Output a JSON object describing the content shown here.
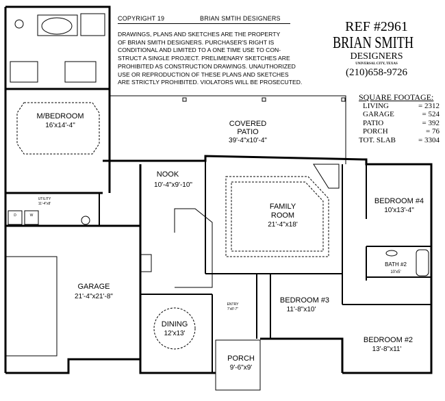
{
  "header": {
    "copyright": "COPYRIGHT 19",
    "company_line": "BRIAN  SMTIH DESIGNERS",
    "disclaimer": [
      "DRAWINGS, PLANS AND SKETCHES ARE THE PROPERTY",
      "OF BRIAN SMITH DESIGNERS.  PURCHASER'S RIGHT IS",
      "CONDITIONAL AND LIMITED TO A ONE TIME USE TO CON-",
      "STRUCT A SINGLE PROJECT.  PRELIMENARY SKETCHES ARE",
      "PROHIBITED AS CONSTRUCTION DRAWINGS.  UNAUTHORIZED",
      "USE OR REPRODUCTION OF THESE PLANS AND SKETCHES",
      "ARE STRICTLY PROHIBITED.  VIOLATORS WILL BE PROSECUTED."
    ]
  },
  "brand": {
    "ref": "REF #2961",
    "name": "BRIAN  SMITH",
    "sub": "DESIGNERS",
    "city": "UNIVERSAL CITY, TEXAS",
    "phone": "(210)658-9726"
  },
  "square_footage": {
    "title": "SQUARE FOOTAGE:",
    "rows": [
      {
        "label": "LIVING",
        "value": "= 2312"
      },
      {
        "label": "GARAGE",
        "value": "=  524"
      },
      {
        "label": "PATIO",
        "value": "=  392"
      },
      {
        "label": "PORCH",
        "value": "=   76"
      },
      {
        "label": "TOT. SLAB",
        "value": "= 3304"
      }
    ]
  },
  "rooms": {
    "master": {
      "name": "M/BEDROOM",
      "dim": "16'x14'-4\""
    },
    "patio": {
      "name1": "COVERED",
      "name2": "PATIO",
      "dim": "39'-4\"x10'-4\""
    },
    "nook": {
      "name": "NOOK",
      "dim": "10'-4\"x9'-10\""
    },
    "family": {
      "name1": "FAMILY",
      "name2": "ROOM",
      "dim": "21'-4\"x18'"
    },
    "bed4": {
      "name": "BEDROOM  #4",
      "dim": "10'x13'-4\""
    },
    "bath2": {
      "name": "BATH #2",
      "dim": "10'x5'"
    },
    "utility": {
      "name": "UTILITY",
      "dim": "11'-4\"x8'",
      "dryer": "D",
      "washer": "W"
    },
    "garage": {
      "name": "GARAGE",
      "dim": "21'-4\"x21'-8\""
    },
    "dining": {
      "name": "DINING",
      "dim": "12'x13'"
    },
    "entry": {
      "name": "ENTRY",
      "dim": "7'x8'-7\""
    },
    "bed3": {
      "name": "BEDROOM  #3",
      "dim": "11'-8\"x10'"
    },
    "bed2": {
      "name": "BEDROOM  #2",
      "dim": "13'-8\"x11'"
    },
    "porch": {
      "name": "PORCH",
      "dim": "9'-6\"x9'"
    }
  }
}
